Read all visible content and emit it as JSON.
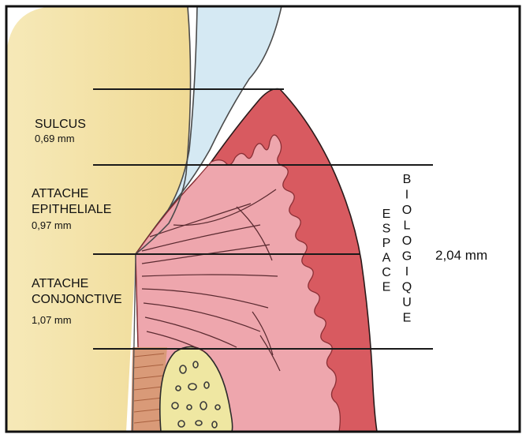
{
  "labels": {
    "sulcus": {
      "title": "SULCUS",
      "value": "0,69 mm"
    },
    "epithelial": {
      "title_line1": "ATTACHE",
      "title_line2": "EPITHELIALE",
      "value": "0,97 mm"
    },
    "conjunctive": {
      "title_line1": "ATTACHE",
      "title_line2": "CONJONCTIVE",
      "value": "1,07 mm"
    },
    "total": "2,04 mm"
  },
  "vertical_words": {
    "espace": [
      "E",
      "S",
      "P",
      "A",
      "C",
      "E"
    ],
    "biologique": [
      "B",
      "I",
      "O",
      "L",
      "O",
      "G",
      "I",
      "Q",
      "U",
      "E"
    ]
  },
  "colors": {
    "tooth": "#f2dea0",
    "enamel_gap": "#d5e9f3",
    "gingiva_outer": "#d85a60",
    "gingiva_inner": "#eea6ad",
    "bone": "#efe7a2",
    "ligament": "#d99a78",
    "border": "#111111"
  }
}
